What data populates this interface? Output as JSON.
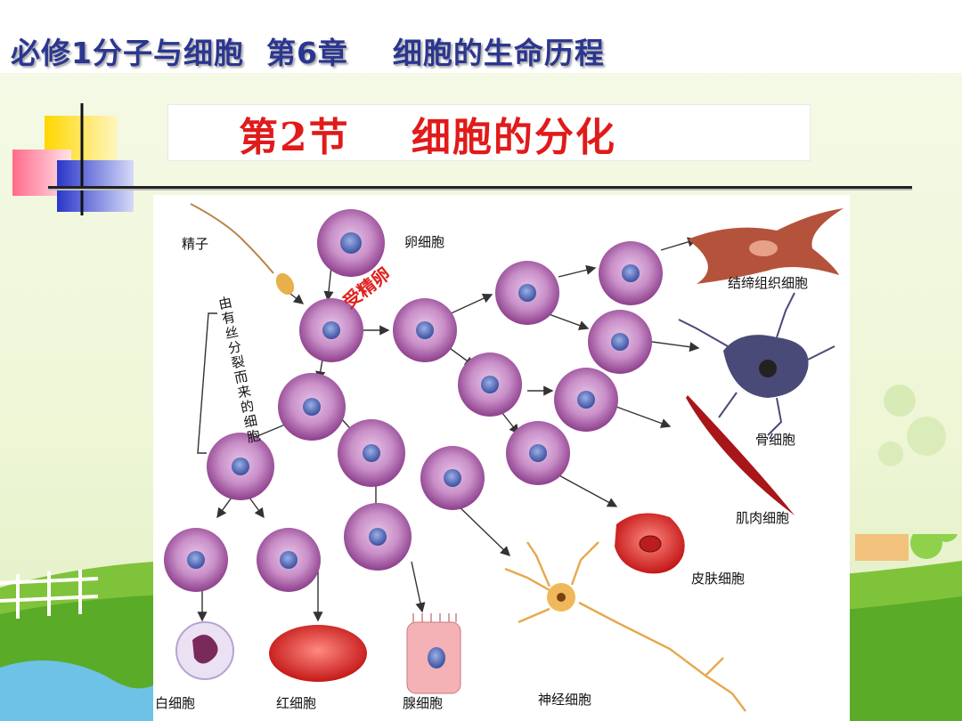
{
  "header": {
    "course_title": "必修1分子与细胞  第6章    细胞的生命历程"
  },
  "slide": {
    "title": "第2节    细胞的分化"
  },
  "diagram": {
    "labels": {
      "sperm": "精子",
      "egg": "卵细胞",
      "zygote": "受精卵",
      "mitosis_note": "由有丝分裂而来的细胞",
      "connective": "结缔组织细胞",
      "bone": "骨细胞",
      "muscle": "肌肉细胞",
      "skin": "皮肤细胞",
      "nerve": "神经细胞",
      "white_blood": "白细胞",
      "red_blood": "红细胞",
      "gland": "腺细胞"
    }
  },
  "colors": {
    "header_text": "#2b3690",
    "title_text": "#e11a1a",
    "zygote_label": "#e0201c"
  }
}
